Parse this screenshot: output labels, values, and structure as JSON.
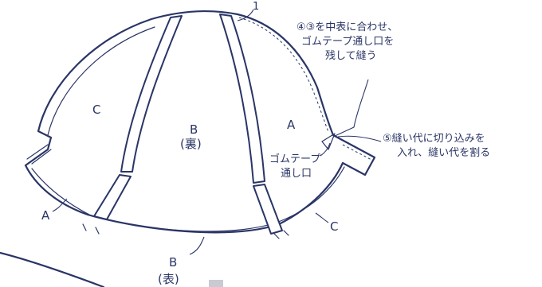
{
  "panels": {
    "c_left": "C",
    "b_center": "B",
    "b_center_sub": "(裏)",
    "a_right": "A",
    "a_bottom": "A",
    "c_bottom": "C",
    "b_bottom": "B",
    "b_bottom_sub": "(表)"
  },
  "callouts": {
    "number_1": "1",
    "step4_line1": "④③を中表に合わせ、",
    "step4_line2": "ゴムテープ通し口を",
    "step4_line3": "残して縫う",
    "step5_line1": "⑤縫い代に切り込みを",
    "step5_line2": "入れ、縫い代を割る",
    "opening_line1": "ゴムテープ",
    "opening_line2": "通し口"
  },
  "colors": {
    "line": "#2a3566",
    "background": "#ffffff",
    "tab": "#c8cbd2"
  }
}
